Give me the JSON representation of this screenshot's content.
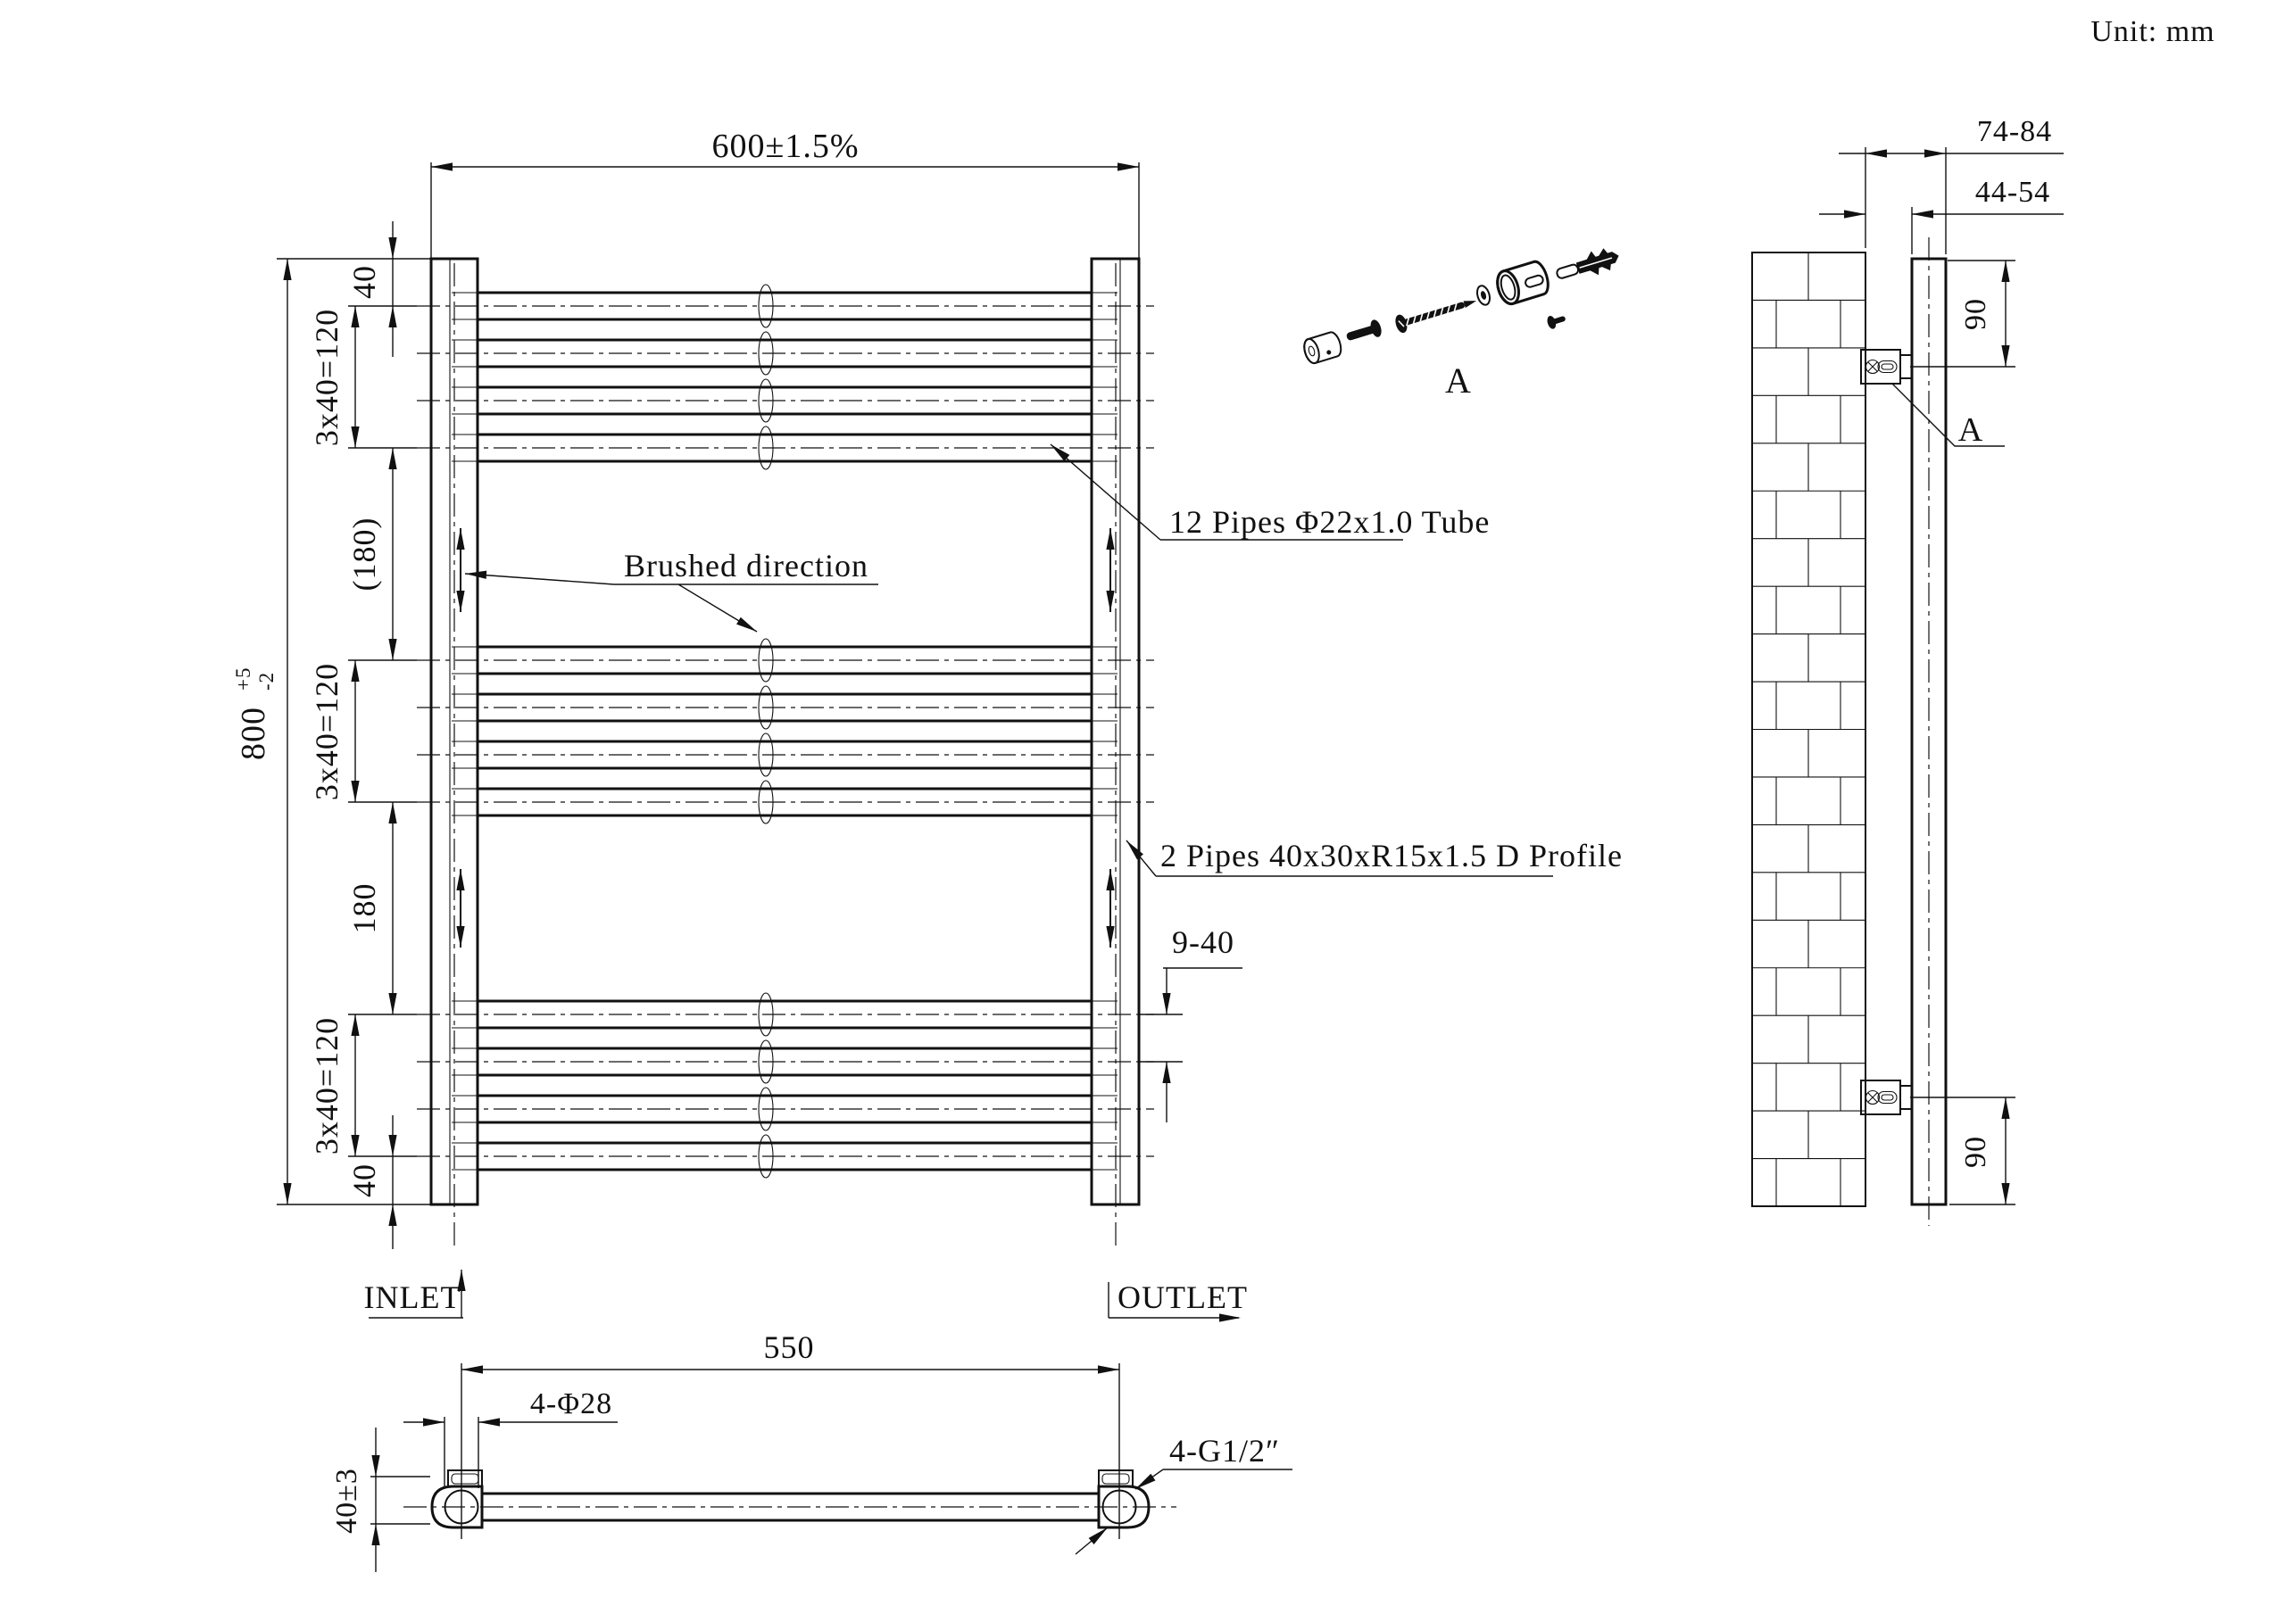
{
  "unit_note": "Unit: mm",
  "front": {
    "dim_width": "600±1.5%",
    "height_value": "800",
    "height_tol_plus": "+5",
    "height_tol_minus": "-2",
    "dim_top": "40",
    "dim_group1": "3x40=120",
    "dim_gap1": "(180)",
    "dim_group2": "3x40=120",
    "dim_gap2": "180",
    "dim_group3": "3x40=120",
    "dim_bottom": "40",
    "dim_pitch": "9-40",
    "label_tubes": "12 Pipes Φ22x1.0 Tube",
    "label_profile": "2 Pipes 40x30xR15x1.5 D Profile",
    "label_brushed": "Brushed direction",
    "inlet": "INLET",
    "outlet": "OUTLET"
  },
  "bottom": {
    "dim_span": "550",
    "dim_holes": "4-Φ28",
    "dim_height": "40±3",
    "label_thread": "4-G1/2″"
  },
  "side": {
    "dim_outer": "74-84",
    "dim_inner": "44-54",
    "dim_top_bracket": "90",
    "dim_bottom_bracket": "90",
    "detail_ref": "A"
  },
  "exploded": {
    "detail_ref": "A"
  }
}
